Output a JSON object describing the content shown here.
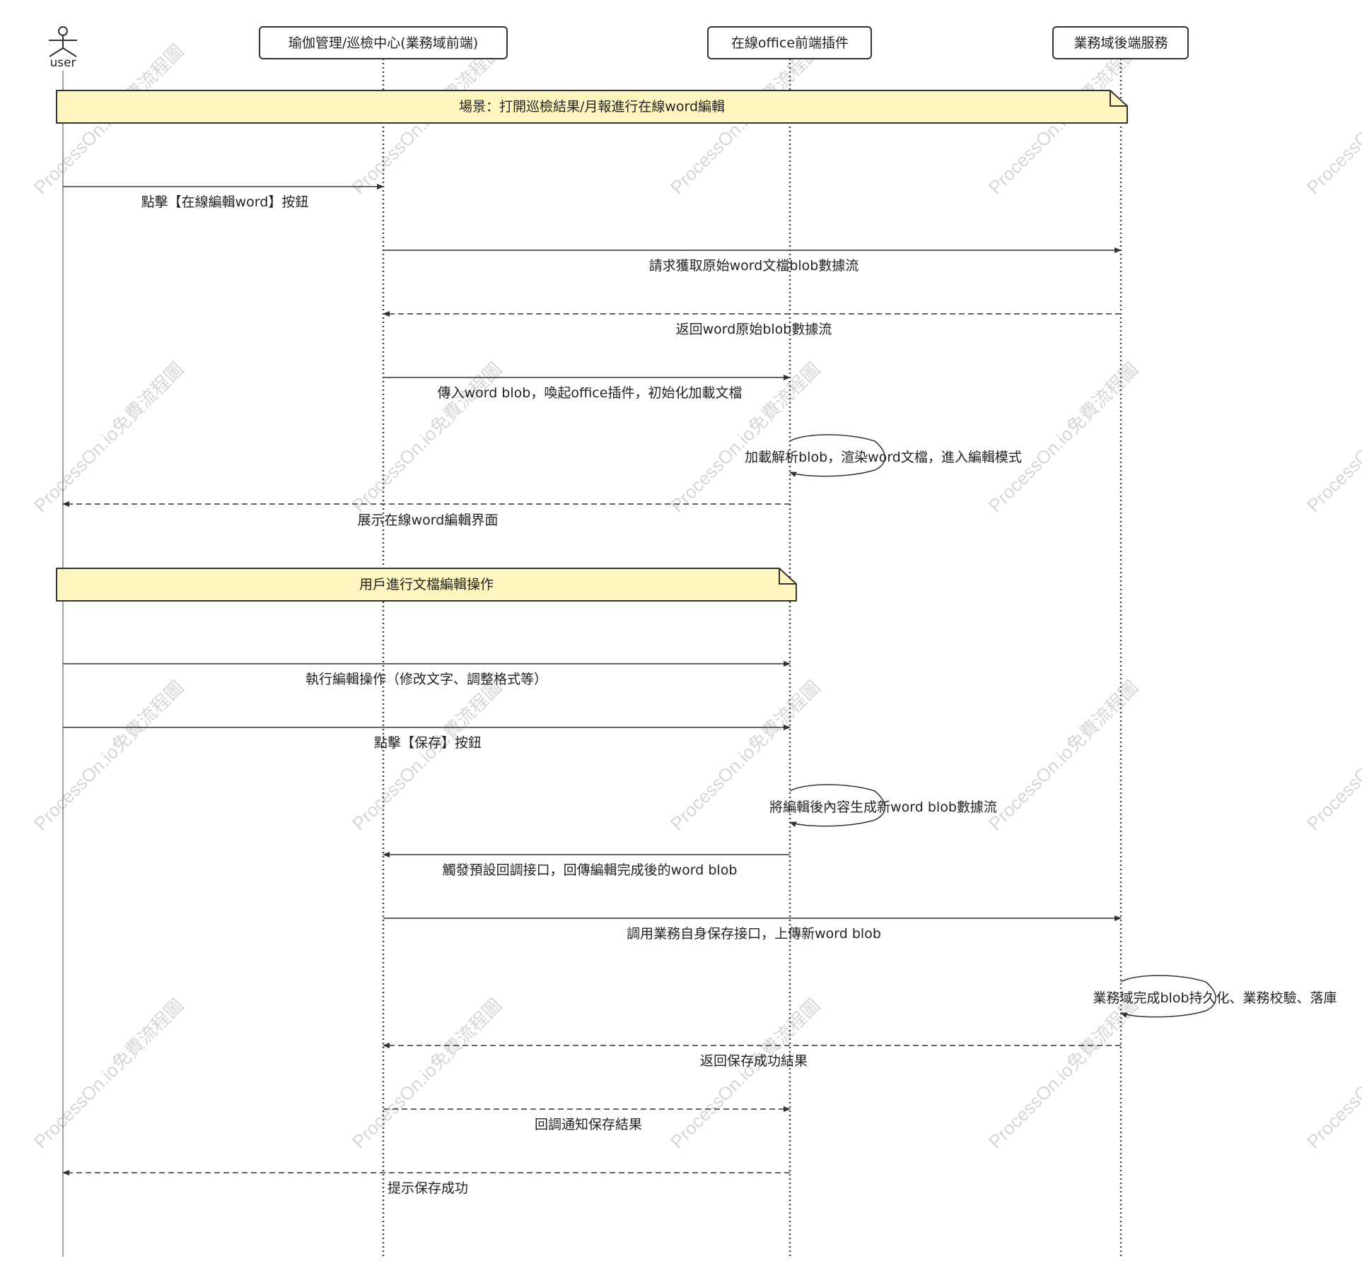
{
  "participants": [
    {
      "id": "user",
      "label": "user",
      "kind": "actor"
    },
    {
      "id": "frontend",
      "label": "瑜伽管理/巡檢中心(業務域前端)",
      "kind": "box"
    },
    {
      "id": "plugin",
      "label": "在線office前端插件",
      "kind": "box"
    },
    {
      "id": "backend",
      "label": "業務域後端服務",
      "kind": "box"
    }
  ],
  "notes": [
    {
      "id": "note-scene",
      "text": "場景：打開巡檢結果/月報進行在線word編輯",
      "from": "user",
      "to": "backend"
    },
    {
      "id": "note-edit",
      "text": "用戶進行文檔編輯操作",
      "from": "user",
      "to": "plugin"
    }
  ],
  "messages": [
    {
      "from": "user",
      "to": "frontend",
      "label": "點擊【在線編輯word】按鈕",
      "style": "solid"
    },
    {
      "from": "frontend",
      "to": "backend",
      "label": "請求獲取原始word文檔blob數據流",
      "style": "solid"
    },
    {
      "from": "backend",
      "to": "frontend",
      "label": "返回word原始blob數據流",
      "style": "dashed"
    },
    {
      "from": "frontend",
      "to": "plugin",
      "label": "傳入word blob，喚起office插件，初始化加載文檔",
      "style": "solid"
    },
    {
      "from": "plugin",
      "to": "plugin",
      "label": "加載解析blob，渲染word文檔，進入編輯模式",
      "style": "self"
    },
    {
      "from": "plugin",
      "to": "user",
      "label": "展示在線word編輯界面",
      "style": "dashed"
    },
    {
      "from": "user",
      "to": "plugin",
      "label": "執行編輯操作（修改文字、調整格式等）",
      "style": "solid"
    },
    {
      "from": "user",
      "to": "plugin",
      "label": "點擊【保存】按鈕",
      "style": "solid"
    },
    {
      "from": "plugin",
      "to": "plugin",
      "label": "將編輯後內容生成新word blob數據流",
      "style": "self"
    },
    {
      "from": "plugin",
      "to": "frontend",
      "label": "觸發預設回調接口，回傳編輯完成後的word blob",
      "style": "solid"
    },
    {
      "from": "frontend",
      "to": "backend",
      "label": "調用業務自身保存接口，上傳新word blob",
      "style": "solid"
    },
    {
      "from": "backend",
      "to": "backend",
      "label": "業務域完成blob持久化、業務校驗、落庫",
      "style": "self"
    },
    {
      "from": "backend",
      "to": "frontend",
      "label": "返回保存成功結果",
      "style": "dashed"
    },
    {
      "from": "frontend",
      "to": "plugin",
      "label": "回調通知保存結果",
      "style": "dashed"
    },
    {
      "from": "plugin",
      "to": "user",
      "label": "提示保存成功",
      "style": "dashed"
    }
  ],
  "watermark": "ProcessOn.io免費流程圖",
  "colors": {
    "line": "#333333",
    "note_fill": "#fff5bf",
    "note_stroke": "#333333",
    "box_stroke": "#333333",
    "watermark": "#d6d6d6"
  }
}
